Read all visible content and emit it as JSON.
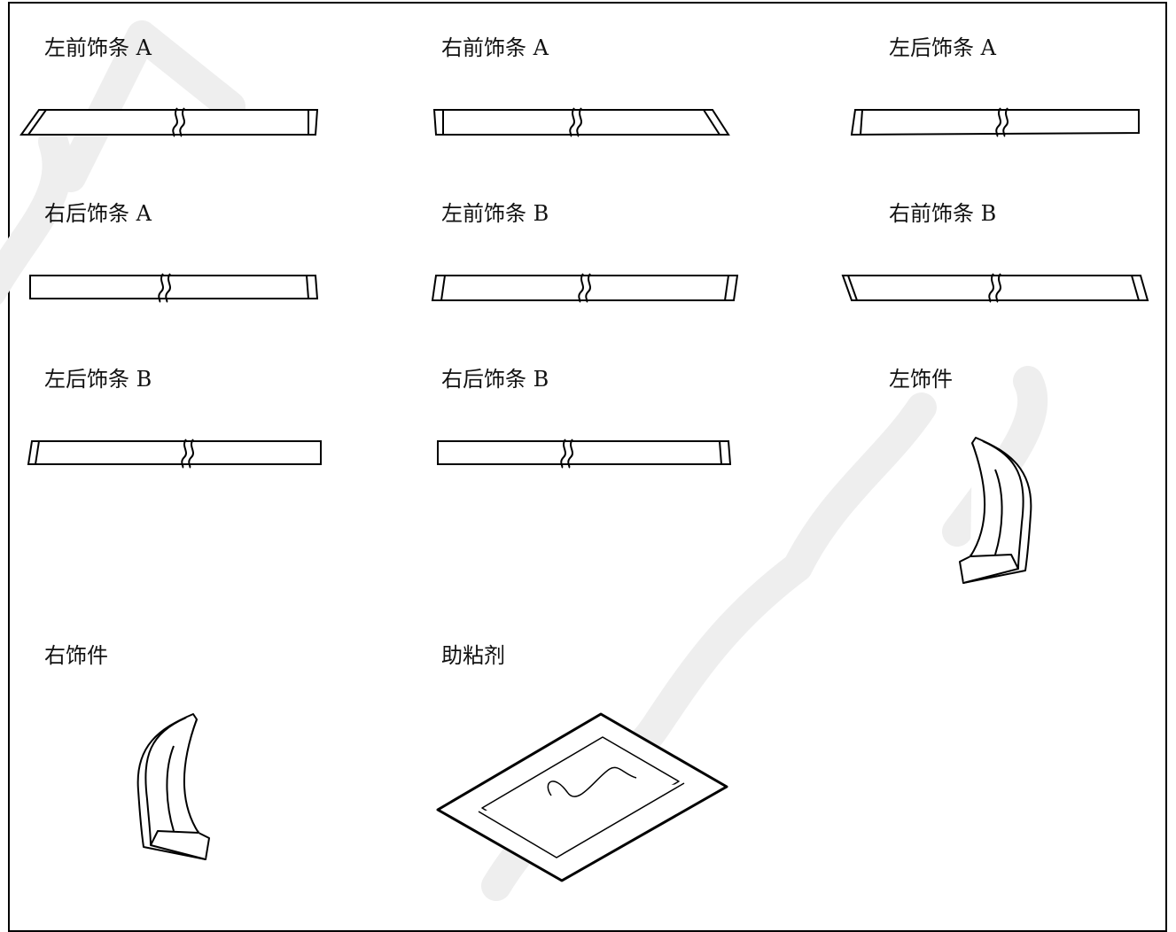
{
  "parts": [
    {
      "label": "左前饰条 A",
      "icon": "trim-strip-icon"
    },
    {
      "label": "右前饰条 A",
      "icon": "trim-strip-icon"
    },
    {
      "label": "左后饰条 A",
      "icon": "trim-strip-icon"
    },
    {
      "label": "右后饰条 A",
      "icon": "trim-strip-icon"
    },
    {
      "label": "左前饰条 B",
      "icon": "trim-strip-icon"
    },
    {
      "label": "右前饰条 B",
      "icon": "trim-strip-icon"
    },
    {
      "label": "左后饰条 B",
      "icon": "trim-strip-icon"
    },
    {
      "label": "右后饰条 B",
      "icon": "trim-strip-icon"
    },
    {
      "label": "左饰件",
      "icon": "corner-trim-piece-icon"
    },
    {
      "label": "右饰件",
      "icon": "corner-trim-piece-icon"
    },
    {
      "label": "助粘剂",
      "icon": "adhesion-promoter-pad-icon"
    }
  ]
}
